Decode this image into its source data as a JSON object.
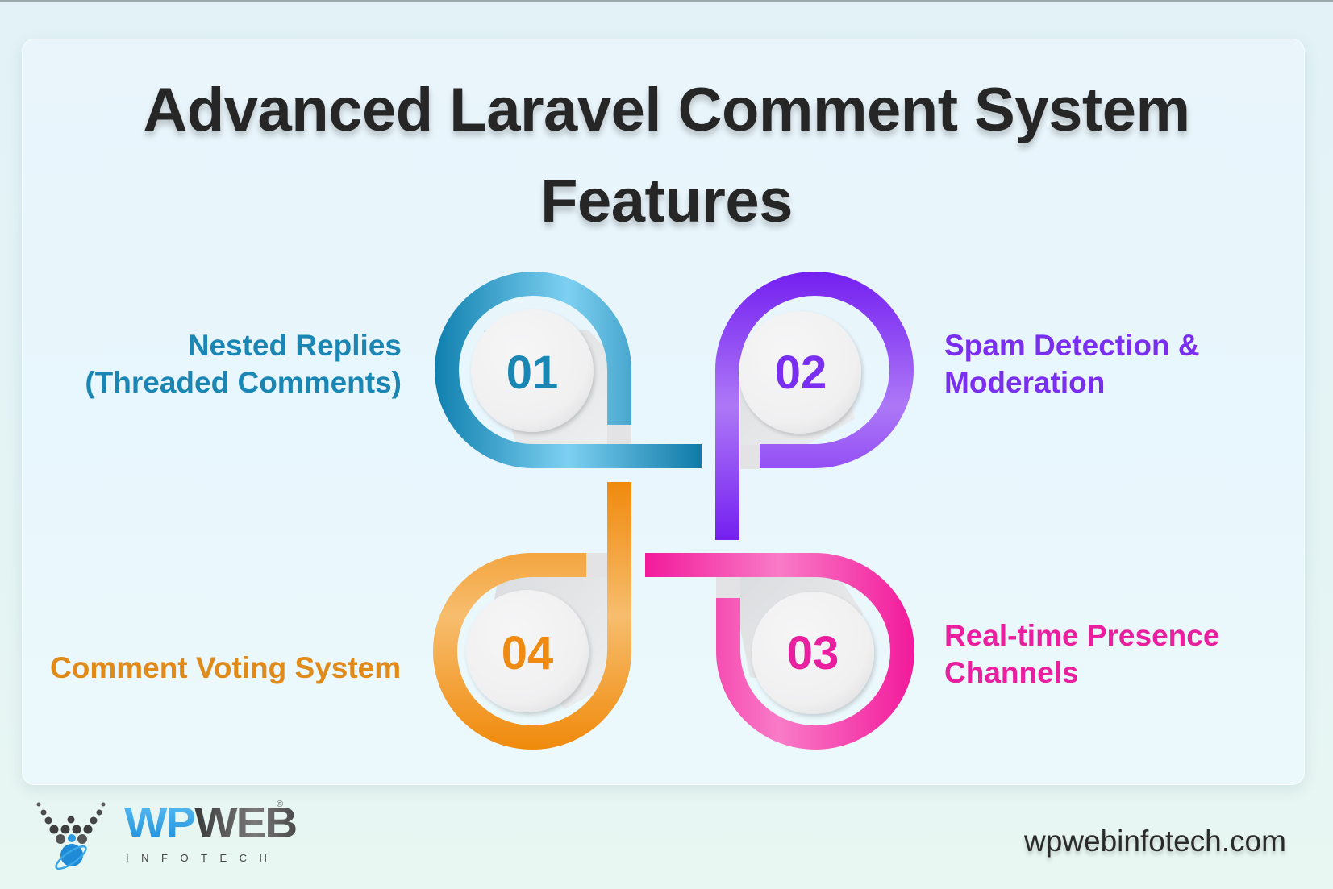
{
  "title": {
    "line1": "Advanced Laravel Comment System",
    "line2": "Features"
  },
  "features": [
    {
      "number": "01",
      "label_lines": [
        "Nested Replies",
        "(Threaded Comments)"
      ],
      "color": "#1a86b4",
      "gradient": [
        "#0f7fae",
        "#7fd2f2",
        "#0f7fae"
      ]
    },
    {
      "number": "02",
      "label_lines": [
        "Spam Detection &",
        "Moderation"
      ],
      "color": "#7a2ff0",
      "gradient": [
        "#7722f0",
        "#b07bf7",
        "#7722f0"
      ]
    },
    {
      "number": "03",
      "label_lines": [
        "Real-time Presence",
        "Channels"
      ],
      "color": "#ea1f9f",
      "gradient": [
        "#f01b9c",
        "#f97dc8",
        "#f01b9c"
      ]
    },
    {
      "number": "04",
      "label_lines": [
        "Comment Voting System"
      ],
      "color": "#e08a1a",
      "gradient": [
        "#f08a0c",
        "#f7bd6e",
        "#f08a0c"
      ]
    }
  ],
  "footer": {
    "logo": {
      "word_blue": "WP",
      "word_dark": "WEB",
      "registered": "®",
      "tagline": "INFOTECH"
    },
    "url": "wpwebinfotech.com"
  },
  "colors": {
    "background": "#e3f3f5",
    "card": "#e9f6fb",
    "title": "#262626",
    "disc": "#f2f2f3"
  }
}
